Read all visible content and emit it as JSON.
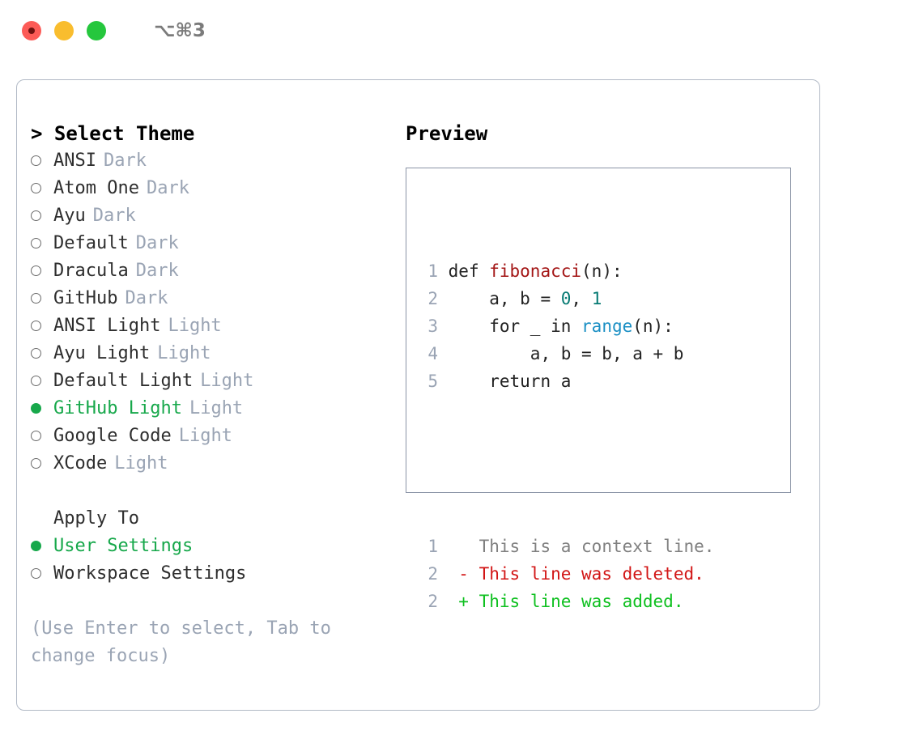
{
  "titlebar": {
    "lights": [
      "close-red",
      "minimize-yellow",
      "maximize-green"
    ],
    "keys": "⌥⌘3"
  },
  "left": {
    "heading": "> Select Theme",
    "themes": [
      {
        "name": "ANSI",
        "category": "Dark",
        "selected": false
      },
      {
        "name": "Atom One",
        "category": "Dark",
        "selected": false
      },
      {
        "name": "Ayu",
        "category": "Dark",
        "selected": false
      },
      {
        "name": "Default",
        "category": "Dark",
        "selected": false
      },
      {
        "name": "Dracula",
        "category": "Dark",
        "selected": false
      },
      {
        "name": "GitHub",
        "category": "Dark",
        "selected": false
      },
      {
        "name": "ANSI Light",
        "category": "Light",
        "selected": false
      },
      {
        "name": "Ayu Light",
        "category": "Light",
        "selected": false
      },
      {
        "name": "Default Light",
        "category": "Light",
        "selected": false
      },
      {
        "name": "GitHub Light",
        "category": "Light",
        "selected": true
      },
      {
        "name": "Google Code",
        "category": "Light",
        "selected": false
      },
      {
        "name": "XCode",
        "category": "Light",
        "selected": false
      }
    ],
    "apply_to_label": "Apply To",
    "apply_to": [
      {
        "name": "User Settings",
        "selected": true
      },
      {
        "name": "Workspace Settings",
        "selected": false
      }
    ],
    "hint": "(Use Enter to select, Tab to change focus)"
  },
  "right": {
    "heading": "Preview",
    "code_lines": [
      {
        "num": "1",
        "segments": [
          {
            "text": "def ",
            "type": "plain"
          },
          {
            "text": "fibonacci",
            "type": "fn"
          },
          {
            "text": "(n):",
            "type": "plain"
          }
        ]
      },
      {
        "num": "2",
        "segments": [
          {
            "text": "    a, b = ",
            "type": "plain"
          },
          {
            "text": "0",
            "type": "num"
          },
          {
            "text": ", ",
            "type": "plain"
          },
          {
            "text": "1",
            "type": "num"
          }
        ]
      },
      {
        "num": "3",
        "segments": [
          {
            "text": "    for _ in ",
            "type": "plain"
          },
          {
            "text": "range",
            "type": "call"
          },
          {
            "text": "(n):",
            "type": "plain"
          }
        ]
      },
      {
        "num": "4",
        "segments": [
          {
            "text": "        a, b = b, a + b",
            "type": "plain"
          }
        ]
      },
      {
        "num": "5",
        "segments": [
          {
            "text": "    return a",
            "type": "plain"
          }
        ]
      }
    ],
    "diff_lines": [
      {
        "num": "1",
        "marker": " ",
        "text": "This is a context line.",
        "type": "context"
      },
      {
        "num": "2",
        "marker": "-",
        "text": "This line was deleted.",
        "type": "deleted"
      },
      {
        "num": "2",
        "marker": "+",
        "text": "This line was added.",
        "type": "added"
      }
    ]
  },
  "colors": {
    "accent_green": "#17a84b",
    "muted": "#9aa4b4",
    "panel_border": "#b2bac6",
    "preview_border": "#8a94a6",
    "fn_red": "#a31515",
    "num_teal": "#067a73",
    "call_blue": "#1a8fc4",
    "diff_del": "#d21616",
    "diff_add": "#0fc020"
  }
}
